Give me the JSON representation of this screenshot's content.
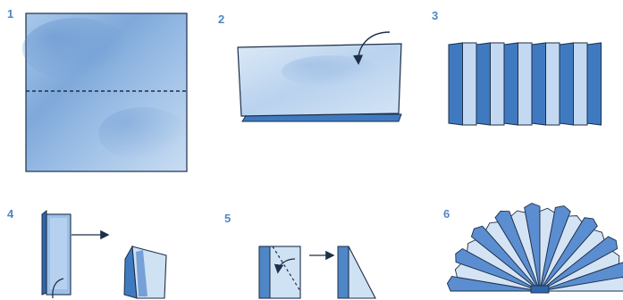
{
  "steps": [
    {
      "number": "1",
      "icon": "paper-square-dashed-fold-icon"
    },
    {
      "number": "2",
      "icon": "paper-folded-in-half-icon"
    },
    {
      "number": "3",
      "icon": "accordion-pleats-icon"
    },
    {
      "number": "4",
      "icon": "folded-strip-fold-in-half-icon"
    },
    {
      "number": "5",
      "icon": "diagonal-fold-icon"
    },
    {
      "number": "6",
      "icon": "paper-fan-icon"
    }
  ],
  "colors": {
    "paper_light": "#cfe2f3",
    "paper_mid": "#8fb6df",
    "paper_dark": "#3f7ac0",
    "stroke": "#1d2f4a",
    "label": "#4f86c6"
  }
}
